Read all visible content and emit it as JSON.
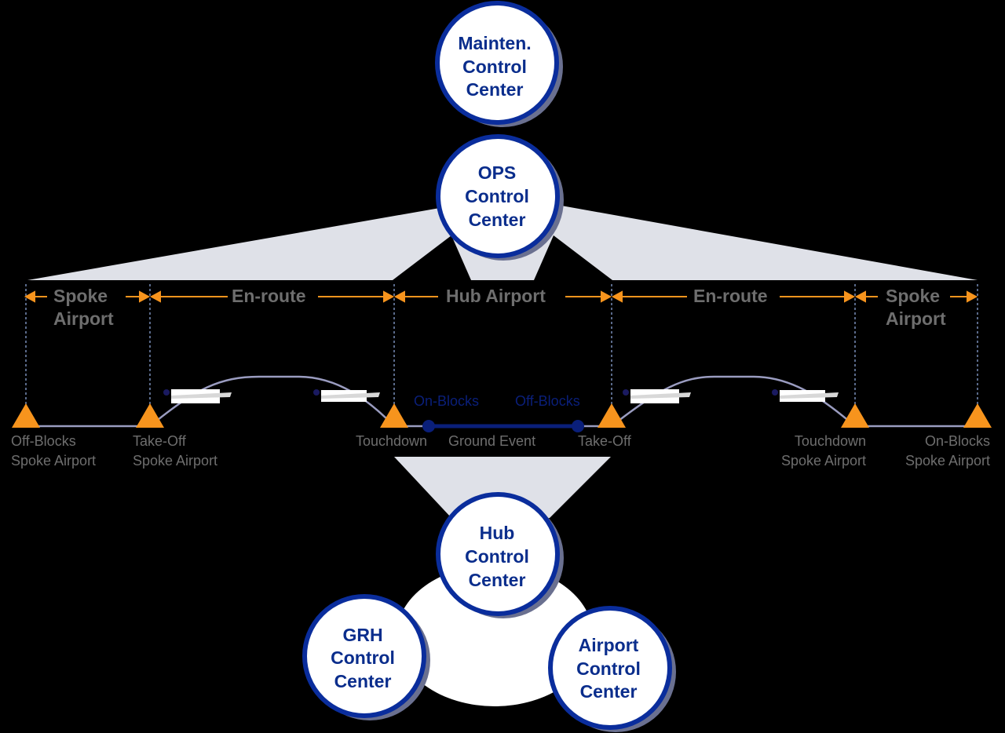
{
  "colors": {
    "circle_border": "#0a2d9c",
    "circle_text": "#0a2d8c",
    "arrow": "#f7941d",
    "triangle": "#f7941d",
    "label_gray": "#6e6e6e",
    "fan_fill": "#dfe1e8",
    "flight_path": "#9a9cc0",
    "ground_event": "#0a1f7a"
  },
  "centers": {
    "maintenance": {
      "line1": "Mainten.",
      "line2": "Control",
      "line3": "Center"
    },
    "ops": {
      "line1": "OPS",
      "line2": "Control",
      "line3": "Center"
    },
    "hub": {
      "line1": "Hub",
      "line2": "Control",
      "line3": "Center"
    },
    "grh": {
      "line1": "GRH",
      "line2": "Control",
      "line3": "Center"
    },
    "airport": {
      "line1": "Airport",
      "line2": "Control",
      "line3": "Center"
    }
  },
  "segments": {
    "spoke_left": {
      "line1": "Spoke",
      "line2": "Airport"
    },
    "enroute_left": {
      "line1": "En-route"
    },
    "hub": {
      "line1": "Hub Airport"
    },
    "enroute_right": {
      "line1": "En-route"
    },
    "spoke_right": {
      "line1": "Spoke",
      "line2": "Airport"
    }
  },
  "events": {
    "offblocks_spoke": {
      "line1": "Off-Blocks",
      "line2": "Spoke Airport"
    },
    "takeoff_spoke": {
      "line1": "Take-Off",
      "line2": "Spoke Airport"
    },
    "touchdown_hub": {
      "line1": "Touchdown"
    },
    "ground_event": {
      "line1": "Ground Event"
    },
    "takeoff_hub": {
      "line1": "Take-Off"
    },
    "touchdown_spoke": {
      "line1": "Touchdown",
      "line2": "Spoke Airport"
    },
    "onblocks_spoke": {
      "line1": "On-Blocks",
      "line2": "Spoke Airport"
    }
  },
  "ground": {
    "on_blocks": "On-Blocks",
    "off_blocks": "Off-Blocks"
  }
}
